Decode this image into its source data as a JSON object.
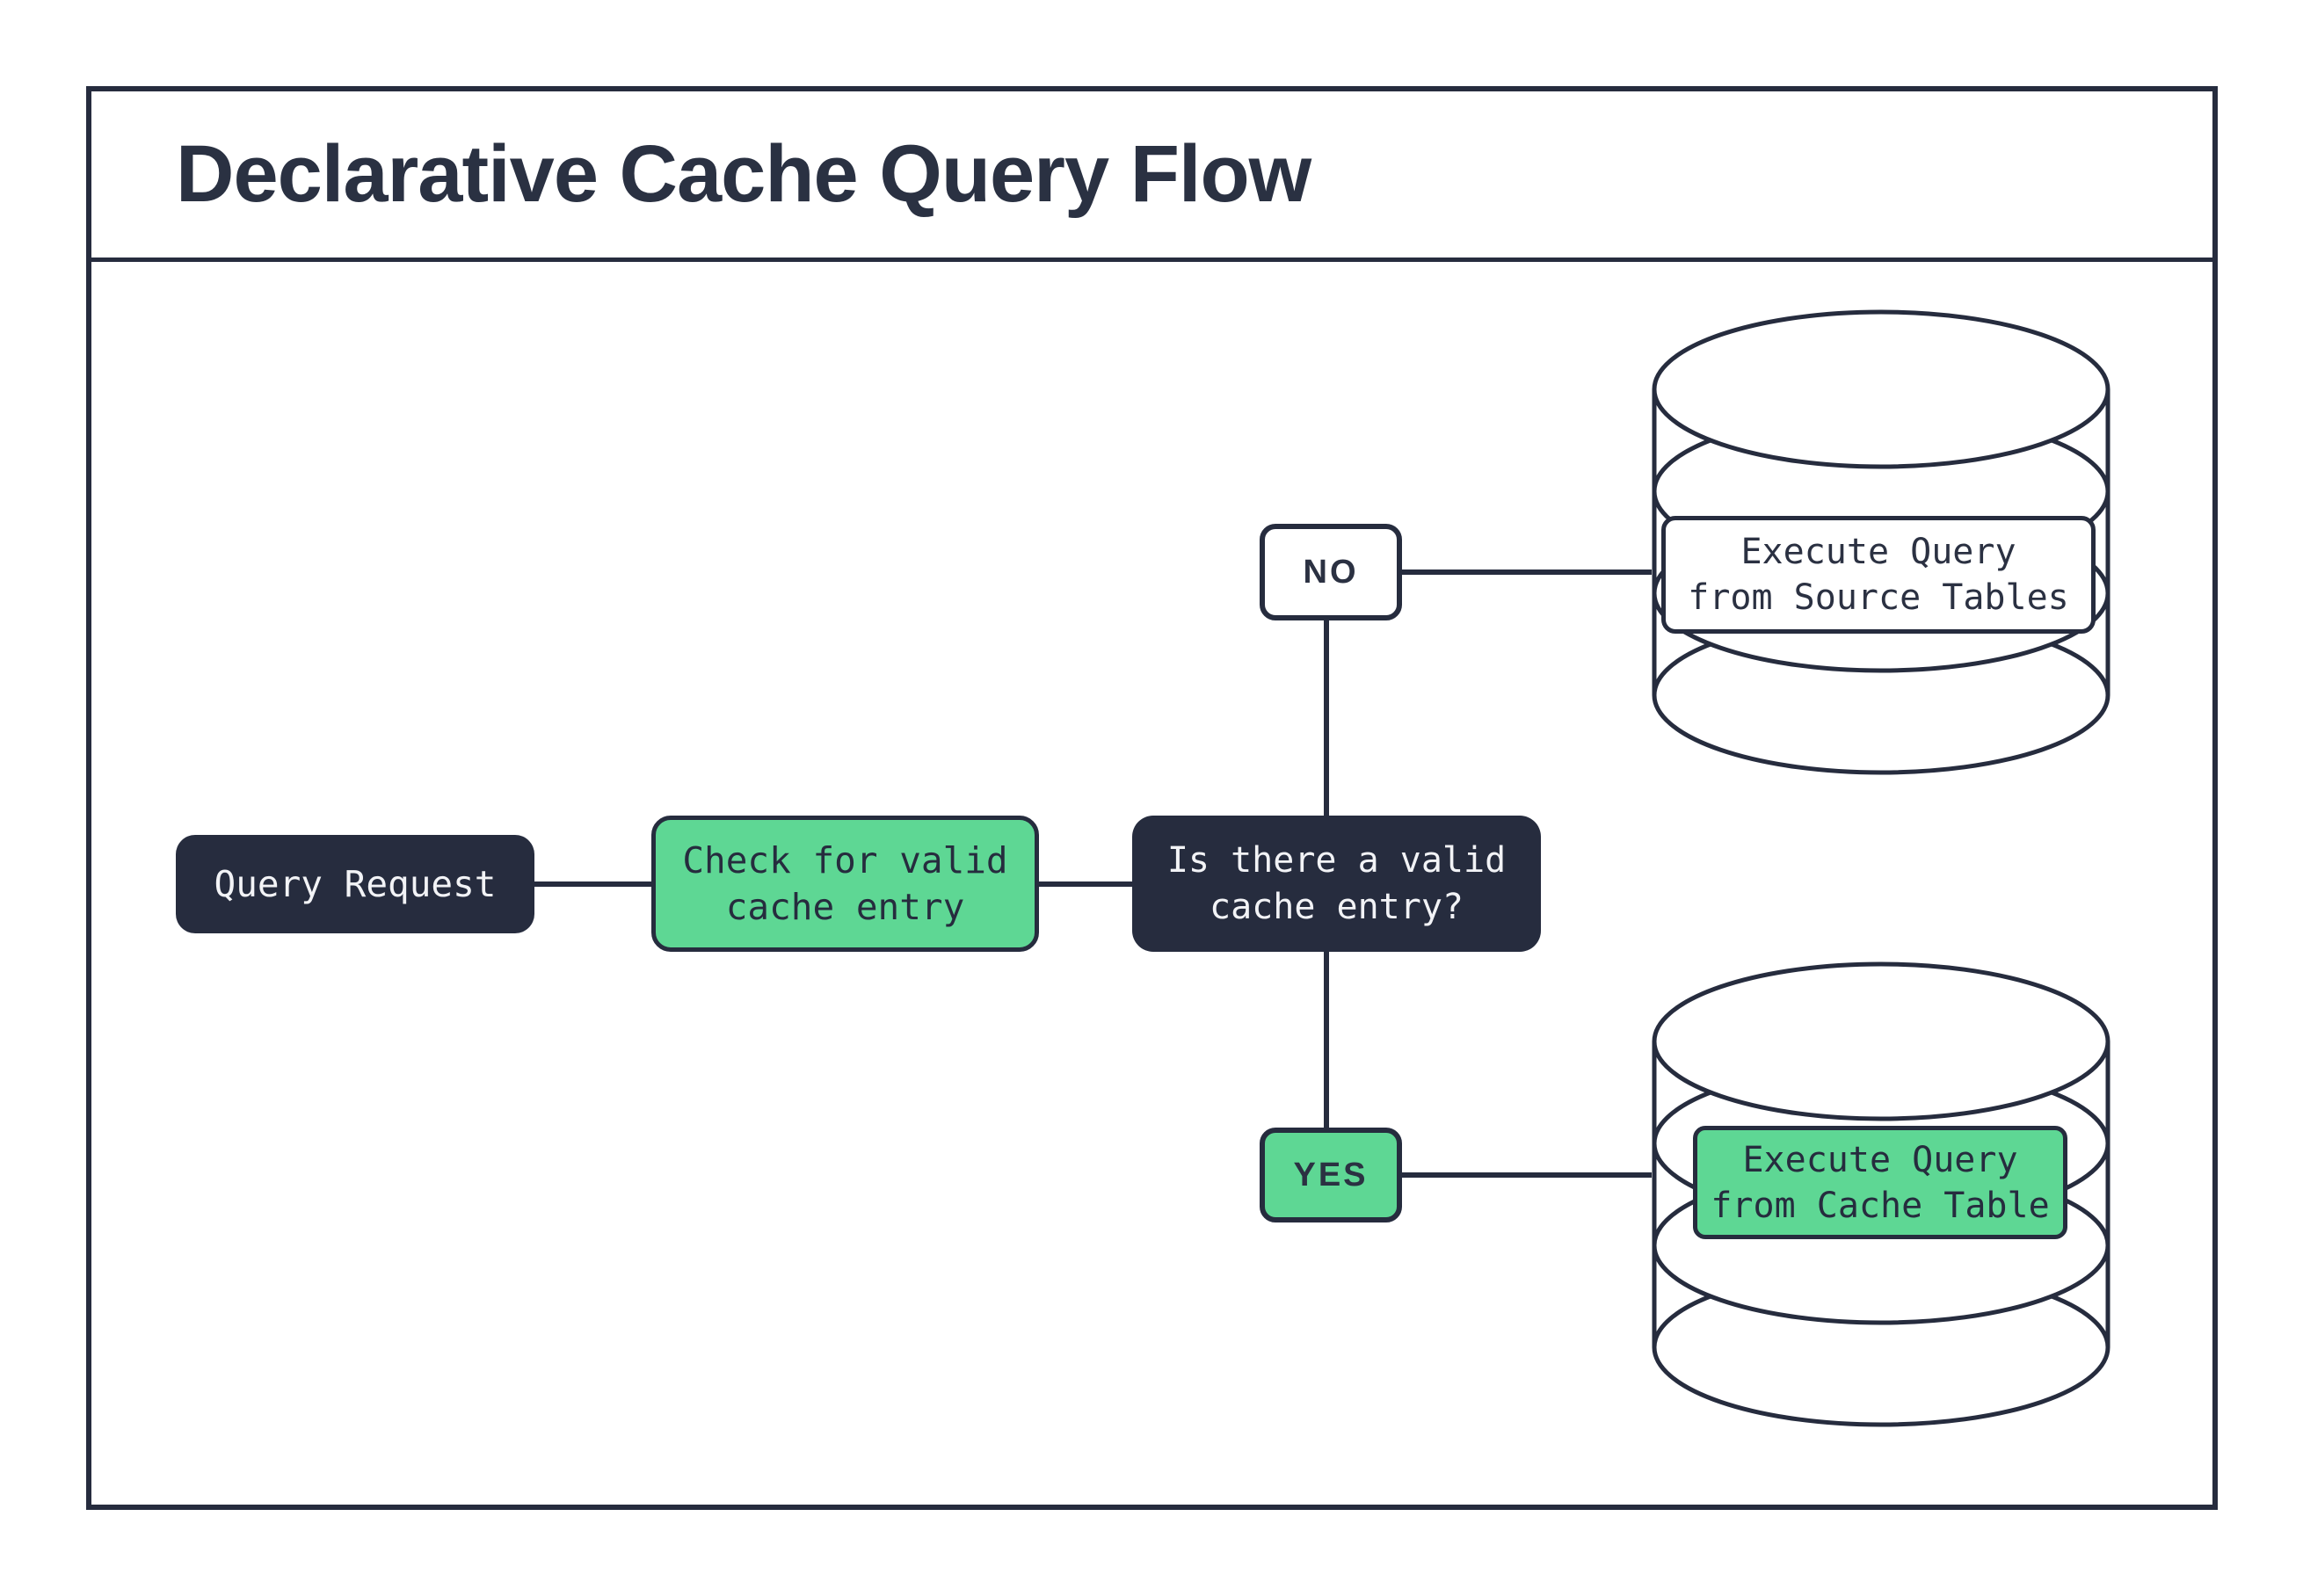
{
  "header": {
    "title": "Declarative Cache Query Flow"
  },
  "colors": {
    "ink": "#262c3e",
    "accent_green": "#5ed794",
    "paper": "#ffffff",
    "light_text": "#f2f3f6"
  },
  "nodes": {
    "query_request": {
      "label": "Query Request"
    },
    "check_cache": {
      "line1": "Check for valid",
      "line2": "cache entry"
    },
    "decision": {
      "line1": "Is there a valid",
      "line2": "cache entry?"
    },
    "no_branch": {
      "label": "NO"
    },
    "yes_branch": {
      "label": "YES"
    },
    "source_db": {
      "line1": "Execute Query",
      "line2": "from Source Tables"
    },
    "cache_db": {
      "line1": "Execute Query",
      "line2": "from Cache Table"
    }
  },
  "icons": {
    "source_database": "database-cylinder",
    "cache_database": "database-cylinder"
  }
}
